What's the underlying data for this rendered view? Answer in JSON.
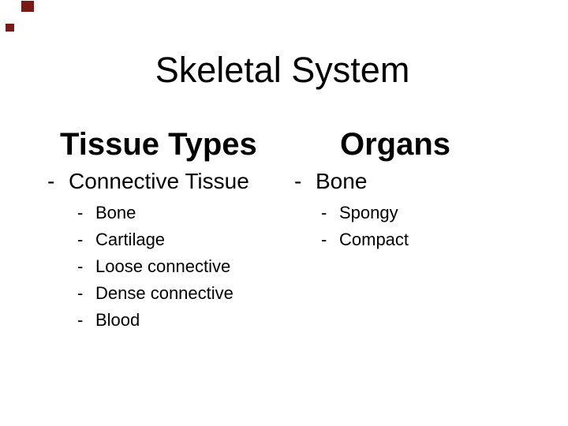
{
  "slide": {
    "title": "Skeletal System",
    "list_marker": "-",
    "decor": {
      "color": "#7b1a14"
    },
    "columns": [
      {
        "header": "Tissue Types",
        "item": "Connective Tissue",
        "sub_items": [
          "Bone",
          "Cartilage",
          "Loose connective",
          "Dense connective",
          "Blood"
        ]
      },
      {
        "header": "Organs",
        "item": "Bone",
        "sub_items": [
          "Spongy",
          "Compact"
        ]
      }
    ]
  }
}
